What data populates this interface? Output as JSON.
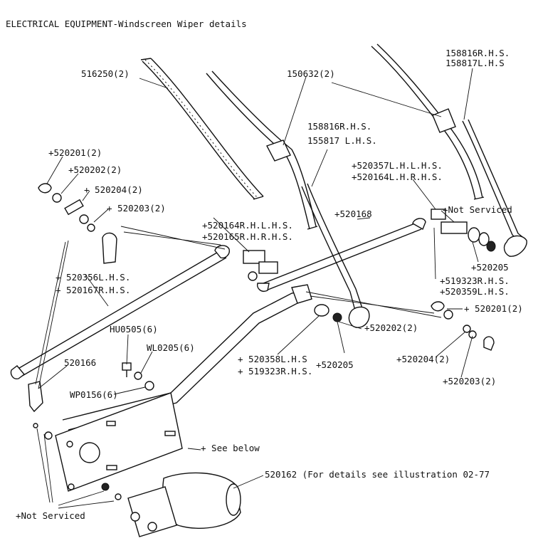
{
  "title": "ELECTRICAL EQUIPMENT-Windscreen Wiper details",
  "labels": {
    "p516250": "516250(2)",
    "p150632": "150632(2)",
    "p158816_rhs_top": "158816R.H.S.",
    "p158817_lhs_top": "158817L.H.S",
    "p158816_rhs_mid": "158816R.H.S.",
    "p155817_lhs_mid": "155817 L.H.S.",
    "p520201_left": "+520201(2)",
    "p520202_left": "+520202(2)",
    "p520204_left": "+ 520204(2)",
    "p520203_left": "+ 520203(2)",
    "p520357": "+520357L.H.L.H.S.",
    "p520164_lhr": "+520164L.H.R.H.S.",
    "p520168": "+520168",
    "p520164_rhl": "+520164R.H.L.H.S.",
    "p520165_rhr": "+520165R.H.R.H.S.",
    "not_serviced_right": "+Not Serviced",
    "p520205_right": "+520205",
    "p519323_rhs": "+519323R.H.S.",
    "p520359_lhs": "+520359L.H.S.",
    "p520201_right": "+ 520201(2)",
    "p520202_right": "+520202(2)",
    "p520204_right": "+520204(2)",
    "p520203_right": "+520203(2)",
    "p520356_lhs": "+ 520356L.H.S.",
    "p520167_rhs": "+ 520167R.H.S.",
    "p520166": "520166",
    "p_hu0505": "HU0505(6)",
    "p_wl0205": "WL0205(6)",
    "p_wp0156": "WP0156(6)",
    "p520358_lhs": "+ 520358L.H.S",
    "p519323_rhs_lower": "+ 519323R.H.S.",
    "p520205_lower": "+520205",
    "see_below": "+ See below",
    "p520162": "520162 (For details see illustration 02-77",
    "not_serviced_left": "+Not Serviced"
  }
}
